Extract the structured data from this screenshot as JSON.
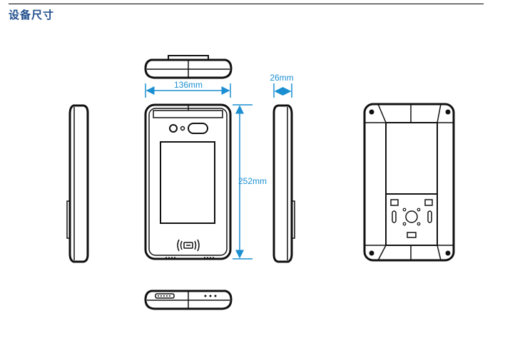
{
  "page": {
    "title": "设备尺寸"
  },
  "dimensions": {
    "width": "136mm",
    "depth": "26mm",
    "height": "252mm"
  },
  "colors": {
    "title": "#1f4e8c",
    "dimension": "#1b8fd2",
    "outline": "#111111"
  }
}
